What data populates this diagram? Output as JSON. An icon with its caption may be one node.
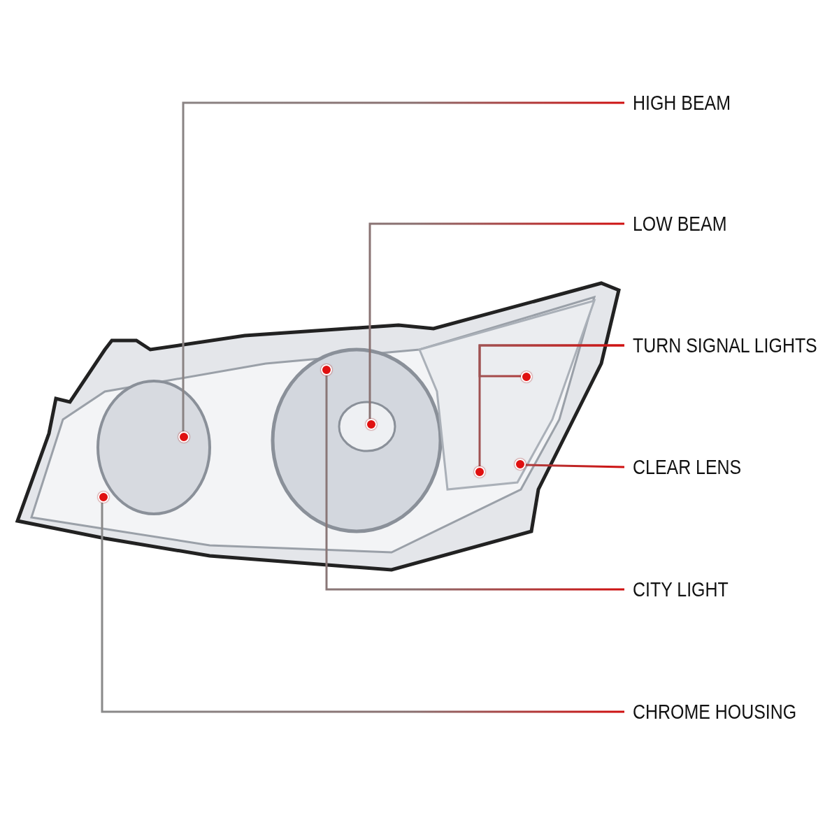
{
  "diagram": {
    "nodes": [
      {
        "text": [
          "HIGH BEAM"
        ]
      },
      {
        "text": [
          "LOW BEAM"
        ]
      },
      {
        "text": [
          "TURN SIGNAL LIGHTS"
        ]
      },
      {
        "text": [
          "CLEAR LENS"
        ]
      },
      {
        "text": [
          "CITY LIGHT"
        ]
      },
      {
        "text": [
          "CHROME HOUSING"
        ]
      },
      {
        "text": [],
        "shape": "circle"
      },
      {
        "text": [],
        "shape": "circle"
      },
      {
        "text": [],
        "shape": "circle"
      },
      {
        "text": [],
        "shape": "circle"
      },
      {
        "text": [],
        "shape": "circle"
      },
      {
        "text": [],
        "shape": "circle"
      },
      {
        "text": [],
        "shape": "circle"
      }
    ],
    "edges": [
      {
        "from": 0,
        "to": 7,
        "arrow": "none"
      },
      {
        "from": 1,
        "to": 9,
        "arrow": "none"
      },
      {
        "from": 2,
        "to": 12,
        "arrow": "none"
      },
      {
        "from": 2,
        "to": 10,
        "arrow": "none"
      },
      {
        "from": 3,
        "to": 11,
        "arrow": "none"
      },
      {
        "from": 4,
        "to": 8,
        "arrow": "none"
      },
      {
        "from": 5,
        "to": 6,
        "arrow": "none"
      }
    ]
  }
}
